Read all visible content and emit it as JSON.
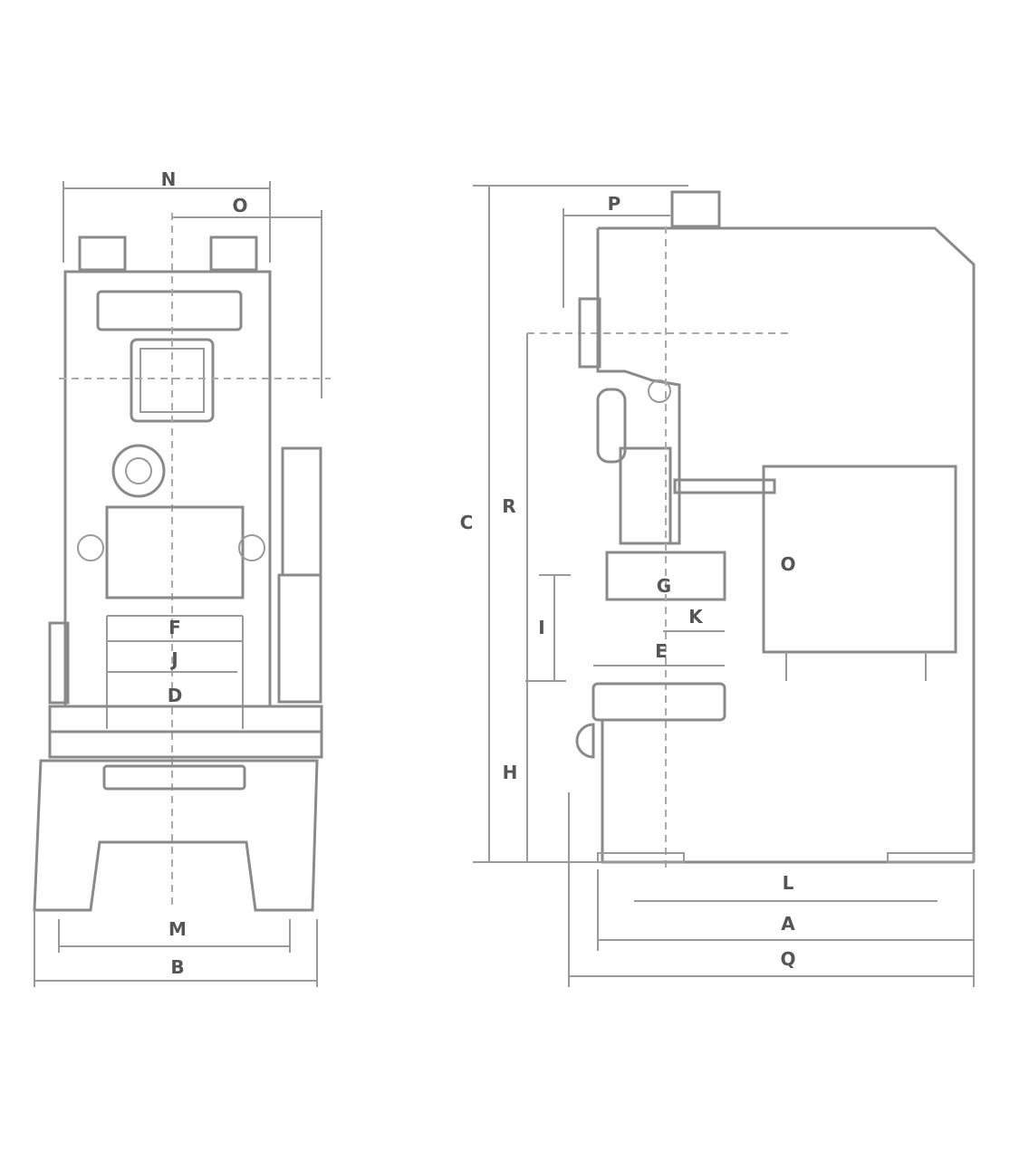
{
  "front_view": {
    "labels": {
      "N": "N",
      "O": "O",
      "F": "F",
      "J": "J",
      "D": "D",
      "M": "M",
      "B": "B"
    }
  },
  "side_view": {
    "labels": {
      "P": "P",
      "C": "C",
      "R": "R",
      "G": "G",
      "K": "K",
      "E": "E",
      "I": "I",
      "H": "H",
      "L": "L",
      "A": "A",
      "Q": "Q",
      "O": "O"
    }
  }
}
